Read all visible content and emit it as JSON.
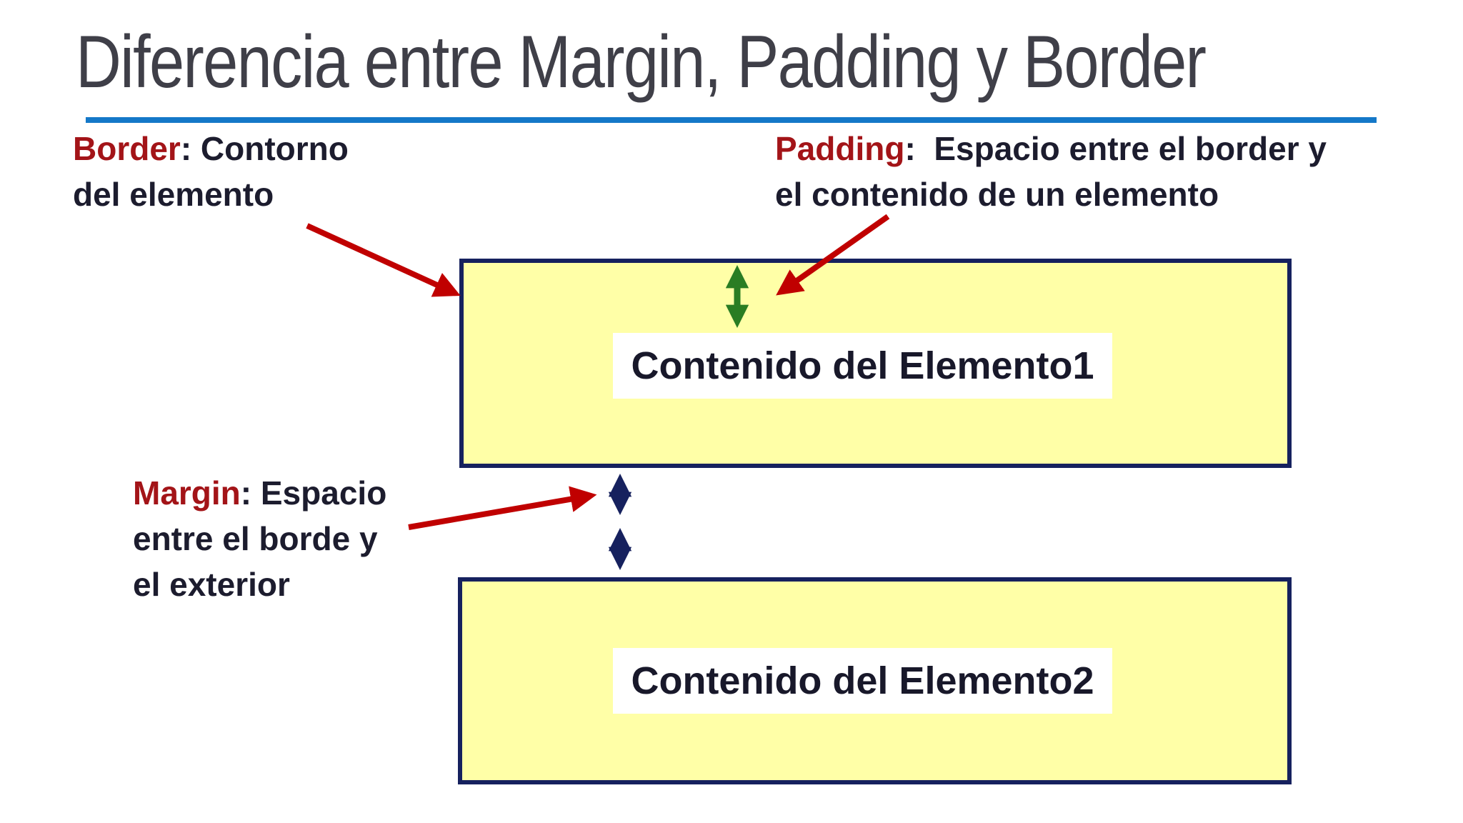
{
  "title": "Diferencia entre Margin, Padding y Border",
  "labels": {
    "border": {
      "keyword": "Border",
      "rest": ": Contorno",
      "line2": "del elemento"
    },
    "padding": {
      "keyword": "Padding",
      "rest": ":  Espacio entre el border y",
      "line2": "el contenido de un elemento"
    },
    "margin": {
      "keyword": "Margin",
      "rest": ": Espacio",
      "line2": "entre el borde y",
      "line3": "el exterior"
    }
  },
  "boxes": [
    {
      "content": "Contenido del Elemento1"
    },
    {
      "content": "Contenido del Elemento2"
    }
  ],
  "icons": {
    "border_pointer": "red-arrow",
    "padding_pointer": "red-arrow",
    "margin_pointer": "red-arrow",
    "padding_space": "green-double-arrow",
    "margin_space_top": "navy-double-arrow",
    "margin_space_bottom": "navy-double-arrow"
  },
  "colors": {
    "title": "#3f3f48",
    "underline": "#1478c8",
    "keyword": "#a31418",
    "text": "#1c1c2e",
    "red_arrow": "#c00000",
    "navy": "#16215e",
    "yellow": "#ffffa7",
    "green": "#2a7d23",
    "content_text": "#18182a",
    "white": "#ffffff"
  }
}
